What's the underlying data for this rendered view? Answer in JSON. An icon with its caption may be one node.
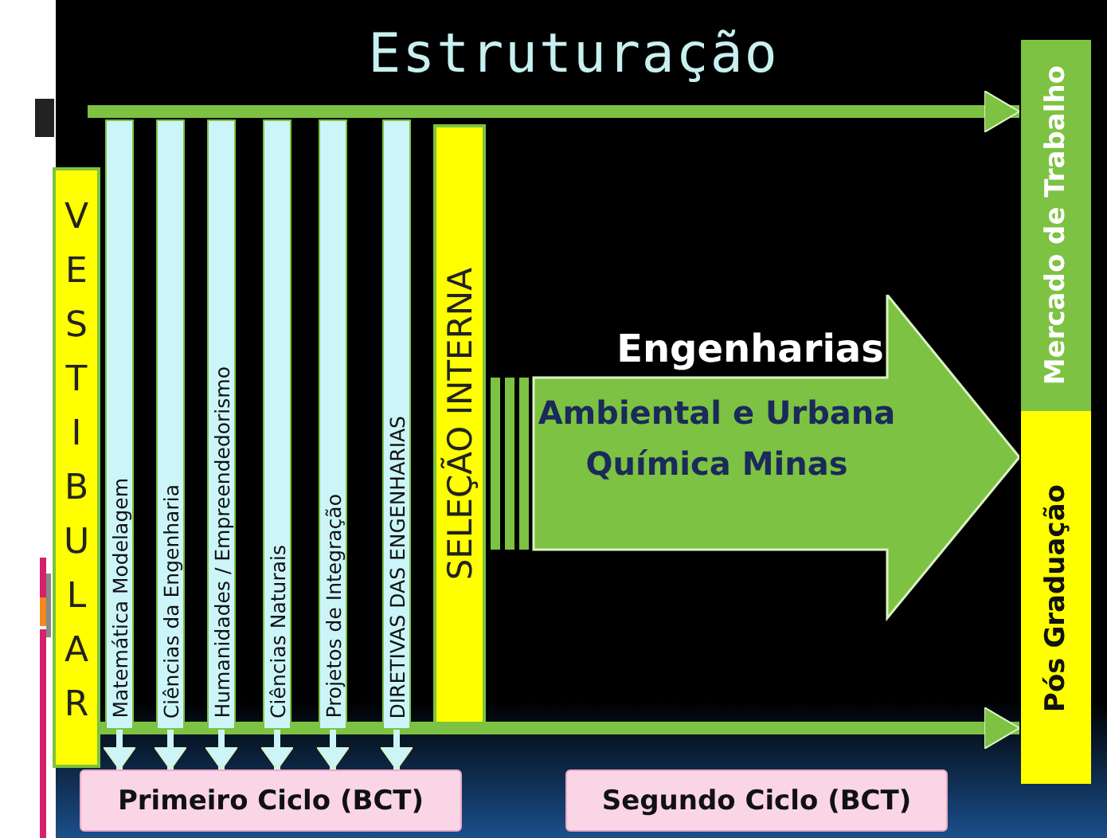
{
  "diagram": {
    "title": "Estruturação",
    "nodes": [
      {
        "text": [
          "VESTIBULAR"
        ]
      },
      {
        "text": [
          "Matemática Modelagem"
        ]
      },
      {
        "text": [
          "Ciências da Engenharia"
        ]
      },
      {
        "text": [
          "Humanidades / Empreendedorismo"
        ]
      },
      {
        "text": [
          "Ciências Naturais"
        ]
      },
      {
        "text": [
          "Projetos de Integração"
        ]
      },
      {
        "text": [
          "DIRETIVAS DAS ENGENHARIAS"
        ]
      },
      {
        "text": [
          "SELEÇÃO INTERNA"
        ]
      },
      {
        "text": [
          "Engenharias",
          "Ambiental e Urbana Química Minas"
        ]
      },
      {
        "text": [
          "Mercado de Trabalho"
        ]
      },
      {
        "text": [
          "Pós Graduação"
        ]
      },
      {
        "text": [
          "Primeiro Ciclo (BCT)"
        ]
      },
      {
        "text": [
          "Segundo Ciclo (BCT)"
        ]
      }
    ],
    "edges": [
      {
        "from": null,
        "to": 9,
        "arrow": "to",
        "style": "thick",
        "color": "#7dc242"
      },
      {
        "from": 0,
        "to": 10,
        "arrow": "to",
        "style": "thick",
        "color": "#7dc242"
      },
      {
        "from": 1,
        "to": 11,
        "arrow": "to"
      },
      {
        "from": 2,
        "to": 11,
        "arrow": "to"
      },
      {
        "from": 3,
        "to": 11,
        "arrow": "to"
      },
      {
        "from": 4,
        "to": 11,
        "arrow": "to"
      },
      {
        "from": 5,
        "to": 11,
        "arrow": "to"
      },
      {
        "from": 6,
        "to": 11,
        "arrow": "to"
      }
    ]
  }
}
